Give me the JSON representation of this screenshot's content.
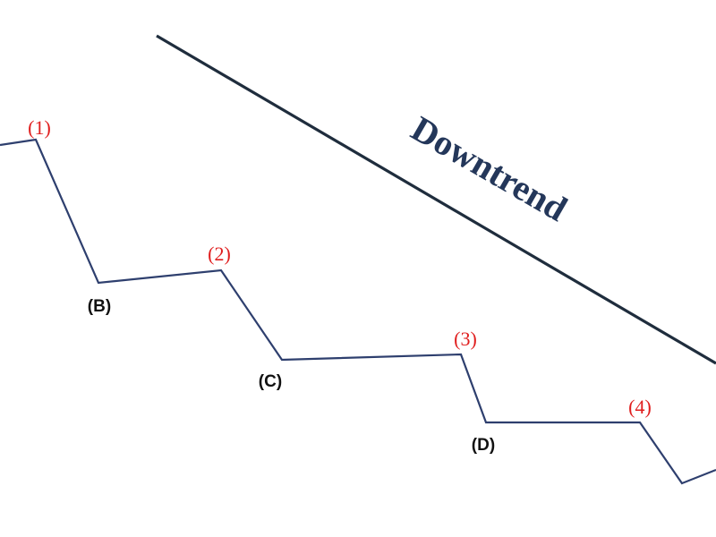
{
  "colors": {
    "line": "#2e3f6e",
    "trend_line": "#1f2d3d",
    "trend_text": "#24375a",
    "peak_label": "#e01e1e",
    "trough_label": "#111111"
  },
  "trend_label": "Downtrend",
  "peak_labels": [
    "(1)",
    "(2)",
    "(3)",
    "(4)"
  ],
  "trough_labels": [
    "(B)",
    "(C)",
    "(D)"
  ]
}
